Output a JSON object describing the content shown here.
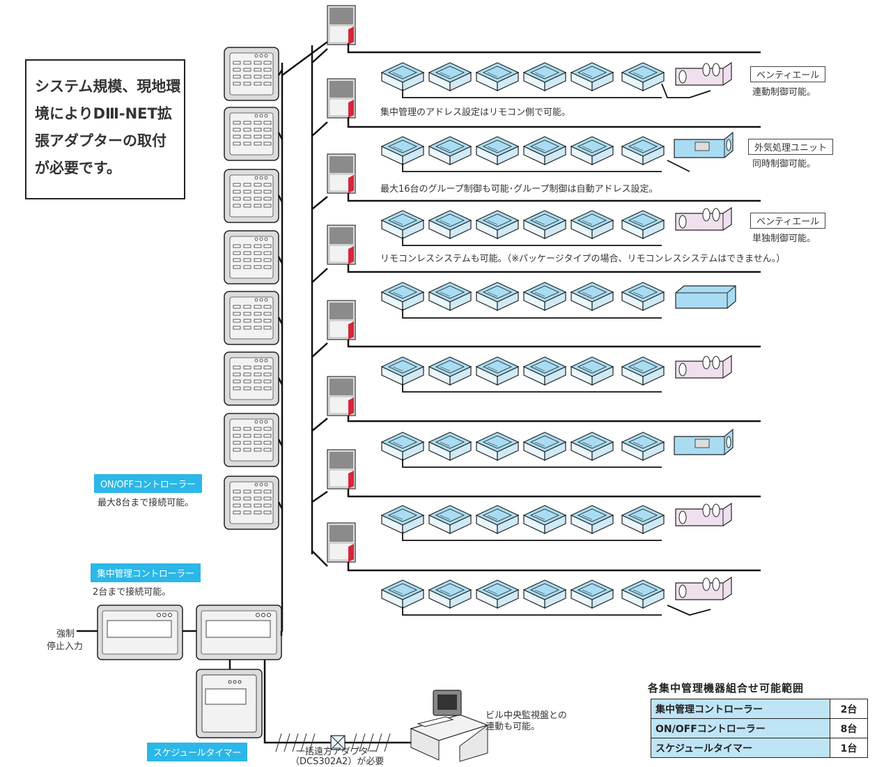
{
  "note": {
    "lines": [
      "システム規模、現地環",
      "境によりDⅢ-NET拡",
      "張アダプターの取付",
      "が必要です。"
    ]
  },
  "onoff": {
    "tag": "ON/OFFコントローラー",
    "desc": "最大8台まで接続可能。"
  },
  "central": {
    "tag": "集中管理コントローラー",
    "desc": "2台まで接続可能。"
  },
  "forced_stop": [
    "強制",
    "停止入力"
  ],
  "schedule": {
    "tag": "スケジュールタイマー"
  },
  "adapter": [
    "一括遠方アダプター",
    "（DCS302A2）が必要"
  ],
  "building": [
    "ビル中央監視盤との",
    "連動も可能。"
  ],
  "row_notes": [
    "集中管理のアドレス設定はリモコン側で可能。",
    "最大16台のグループ制御も可能･グループ制御は自動アドレス設定。",
    "リモコンレスシステムも可能。（※パッケージタイプの場合、リモコンレスシステムはできません。）"
  ],
  "equipment_labels": [
    {
      "name": "ベンティエール",
      "desc": "連動制御可能。"
    },
    {
      "name": "外気処理ユニット",
      "desc": "同時制御可能。"
    },
    {
      "name": "ベンティエール",
      "desc": "単独制御可能。"
    }
  ],
  "table": {
    "title": "各集中管理機器組合せ可能範囲",
    "rows": [
      {
        "name": "集中管理コントローラー",
        "count": "2台"
      },
      {
        "name": "ON/OFFコントローラー",
        "count": "8台"
      },
      {
        "name": "スケジュールタイマー",
        "count": "1台"
      }
    ]
  },
  "colors": {
    "accent": "#2bb7e8",
    "cassette": "#a9dcf2",
    "table_header": "#bfe4f6",
    "ventilator": "#efe0ee",
    "outdoor_red": "#d8253a"
  },
  "icons": [
    "outdoor-unit-icon",
    "indoor-cassette-icon",
    "ventilator-icon",
    "outdoor-air-unit-icon",
    "ducted-unit-icon",
    "remote-controller-icon",
    "computer-icon",
    "adapter-icon"
  ]
}
